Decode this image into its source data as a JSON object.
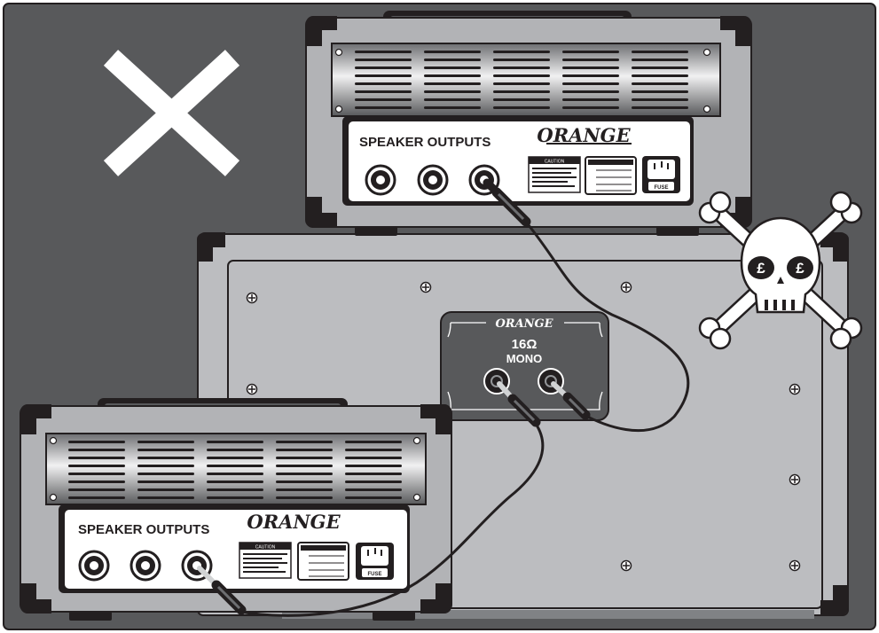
{
  "top_amp": {
    "panel_label": "SPEAKER OUTPUTS",
    "brand": "ORANGE",
    "fuse_label": "FUSE",
    "warning_title": "CAUTION"
  },
  "cabinet": {
    "jack_plate_brand": "ORANGE",
    "impedance": "16Ω",
    "mode": "MONO"
  },
  "bottom_amp": {
    "panel_label": "SPEAKER OUTPUTS",
    "brand": "ORANGE",
    "fuse_label": "FUSE",
    "warning_title": "CAUTION"
  },
  "symbols": {
    "cross_icon": "x-mark-icon",
    "skull_icon": "skull-crossbones-icon",
    "skull_eye_symbol": "£"
  },
  "colors": {
    "background": "#58595b",
    "amp_body": "#b2b3b6",
    "cabinet_body": "#bcbdc0",
    "panel": "#ffffff",
    "jack_plate": "#58595b",
    "corner": "#231f20",
    "cable": "#231f20"
  }
}
